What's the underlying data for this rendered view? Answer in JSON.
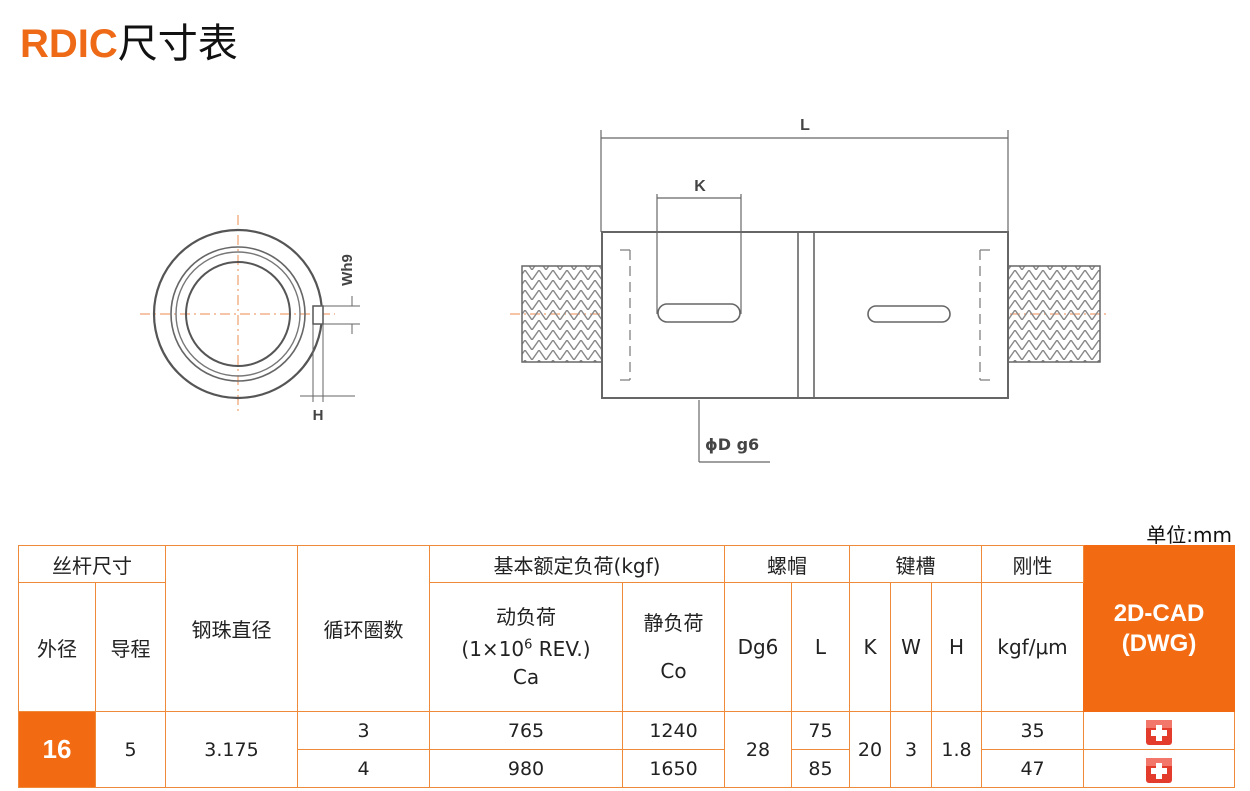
{
  "title": {
    "brand": "RDIC",
    "rest": "尺寸表"
  },
  "drawing": {
    "dim_L": "L",
    "dim_K": "K",
    "dim_W": "Wh9",
    "dim_H": "H",
    "dim_D": "ϕD g6"
  },
  "unit": "单位:mm",
  "table": {
    "screw_size": "丝杆尺寸",
    "outer_dia": "外径",
    "lead": "导程",
    "ball_dia": "钢珠直径",
    "circuits": "循环圈数",
    "basic_load": "基本额定负荷(kgf)",
    "dynamic_load": "动负荷",
    "dynamic_rev_pre": "(1×10",
    "dynamic_rev_exp": "6",
    "dynamic_rev_post": " REV.)",
    "dynamic_sym": "Ca",
    "static_load": "静负荷",
    "static_sym": "Co",
    "nut": "螺帽",
    "nut_dg6": "Dg6",
    "nut_L": "L",
    "keyway": "键槽",
    "key_K": "K",
    "key_W": "W",
    "key_H": "H",
    "rigidity": "刚性",
    "rigidity_unit": "kgf/μm",
    "cad_line1": "2D-CAD",
    "cad_line2": "(DWG)",
    "rows": [
      {
        "circuits": "3",
        "ca": "765",
        "co": "1240",
        "L": "75",
        "rigidity": "35"
      },
      {
        "circuits": "4",
        "ca": "980",
        "co": "1650",
        "L": "85",
        "rigidity": "47"
      }
    ],
    "shared": {
      "outer_dia": "16",
      "lead": "5",
      "ball_dia": "3.175",
      "dg6": "28",
      "K": "20",
      "W": "3",
      "H": "1.8"
    }
  },
  "colors": {
    "accent": "#f26b12",
    "border": "#ee8a3a",
    "centerline": "#f0a070",
    "line": "#666666"
  }
}
